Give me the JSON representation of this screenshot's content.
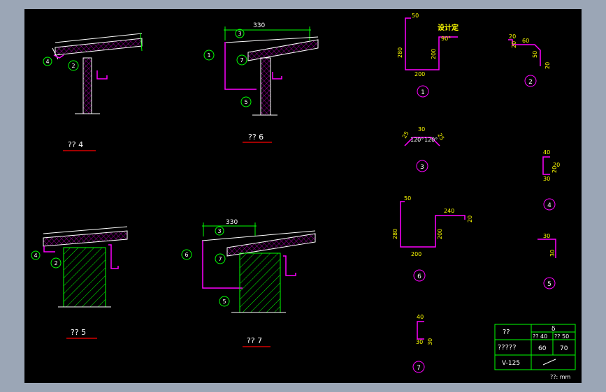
{
  "colors": {
    "background": "#000000",
    "frame": "#9ba6b6",
    "line": "#ffffff",
    "dimension": "#ffff00",
    "profile": "#ff00ff",
    "callout": "#00ff00",
    "section_mark": "#ff0000"
  },
  "details": {
    "d4": {
      "caption": "?? 4",
      "callouts": [
        "4",
        "2"
      ]
    },
    "d6": {
      "caption": "?? 6",
      "dim": "330",
      "callouts": [
        "3",
        "1",
        "7",
        "5"
      ]
    },
    "d5": {
      "caption": "?? 5",
      "callouts": [
        "4",
        "2"
      ]
    },
    "d7": {
      "caption": "?? 7",
      "dim": "330",
      "callouts": [
        "3",
        "6",
        "7",
        "5"
      ]
    }
  },
  "profiles": {
    "p1": {
      "id": "1",
      "labels": {
        "top": "50",
        "left": "280",
        "bottom": "200",
        "right": "200",
        "angle": "90°",
        "note": "设计定"
      }
    },
    "p2": {
      "id": "2",
      "labels": {
        "a": "20",
        "b": "60",
        "c": "20",
        "d": "50",
        "e": "20"
      }
    },
    "p3": {
      "id": "3",
      "labels": {
        "top": "30",
        "left": "25",
        "right": "25",
        "angle_left": "120°",
        "angle_right": "120°"
      }
    },
    "p4": {
      "id": "4",
      "labels": {
        "top": "40",
        "right_top": "20",
        "right_bottom": "20",
        "bottom": "30"
      }
    },
    "p5": {
      "id": "5",
      "labels": {
        "top": "30",
        "right": "30"
      }
    },
    "p6": {
      "id": "6",
      "labels": {
        "top_left": "50",
        "left": "280",
        "bottom": "200",
        "mid": "200",
        "top_right": "240",
        "right": "20"
      }
    },
    "p7": {
      "id": "7",
      "labels": {
        "top": "40",
        "right": "30",
        "bottom": "30"
      }
    }
  },
  "table": {
    "row1": {
      "label": "??",
      "value": "δ"
    },
    "row2": {
      "sub1": "?? 40",
      "sub2": "?? 50"
    },
    "row3": {
      "label": "?????",
      "v1": "60",
      "v2": "70"
    },
    "row4": {
      "label": "V-125"
    }
  },
  "unit_note": "??: mm"
}
